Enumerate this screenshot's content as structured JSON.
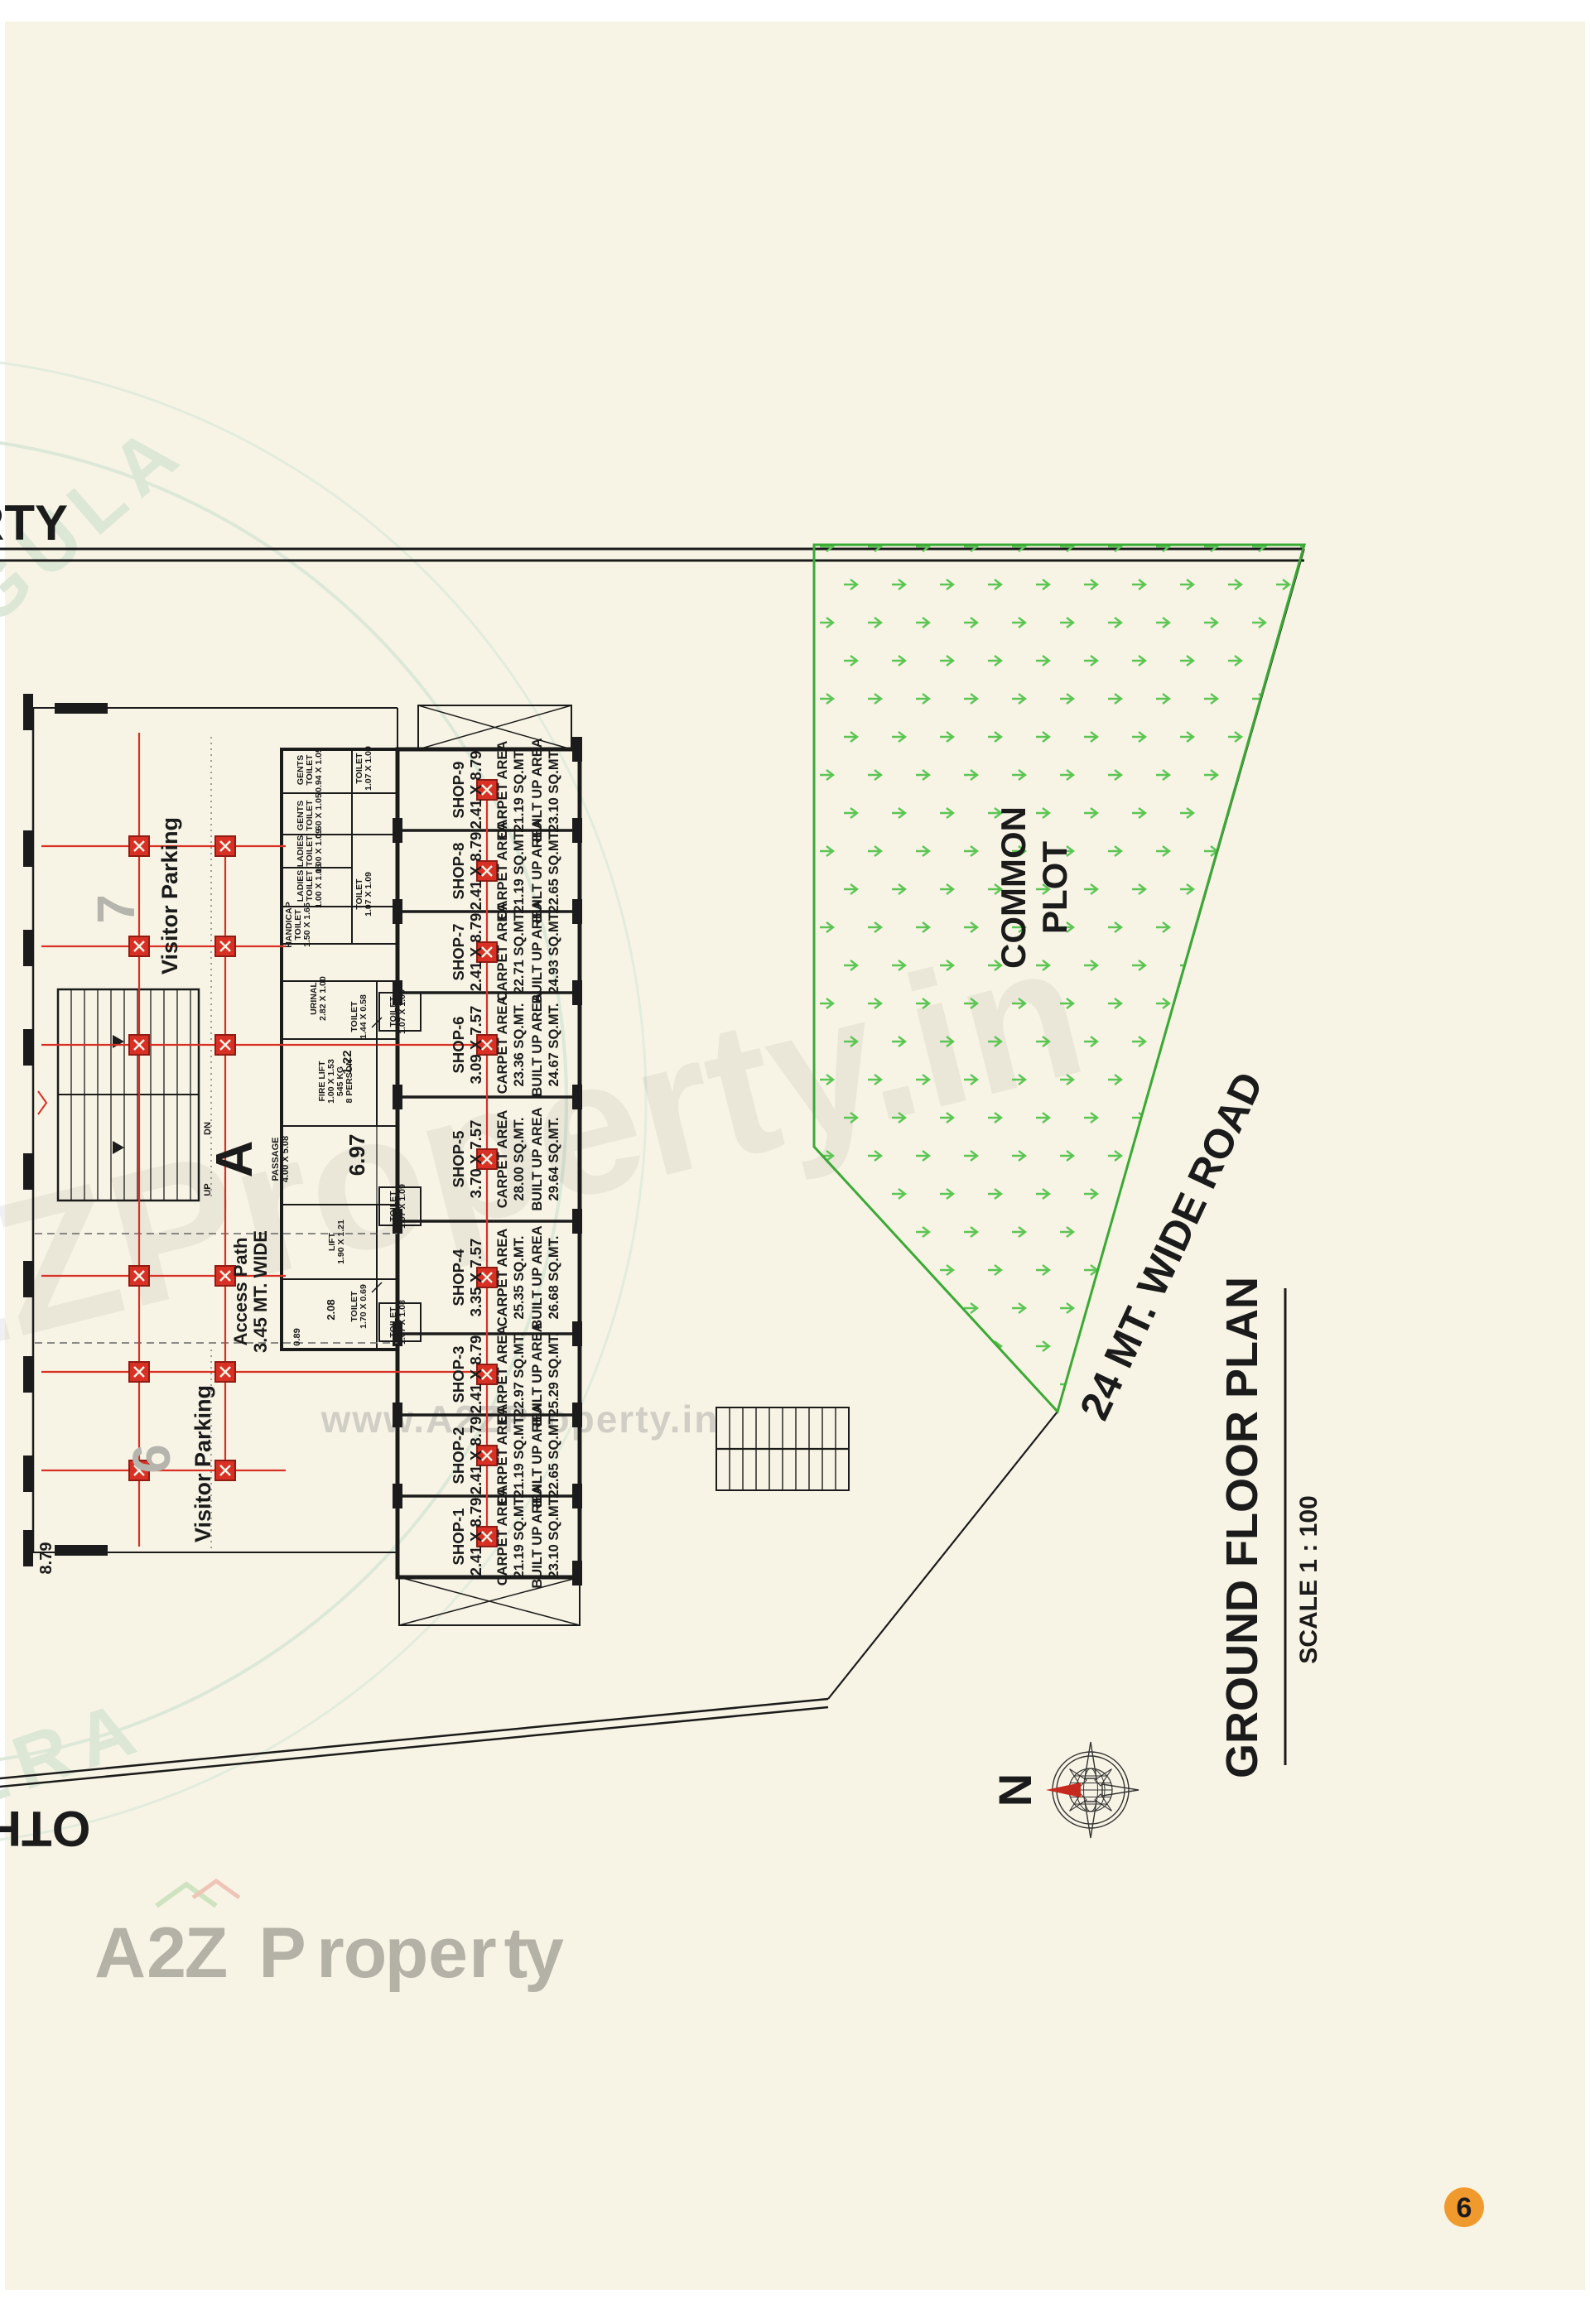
{
  "title": {
    "main": "GROUND FLOOR PLAN",
    "scale": "SCALE 1 : 100",
    "north": "N",
    "page": "6"
  },
  "site": {
    "plot_l1": "COMMON",
    "plot_l2": "PLOT",
    "road": "24 MT. WIDE ROAD",
    "prop_top": "ERTY",
    "prop_bottom": "OTH"
  },
  "parking": {
    "p7_num": "7",
    "p6_num": "6",
    "label": "Visitor Parking"
  },
  "access": {
    "l1": "Access Path",
    "l2": "3.45 MT. WIDE"
  },
  "core": {
    "block": "A",
    "passage_l1": "PASSAGE",
    "passage_l2": "4.00 X 5.08",
    "up": "UP",
    "dn": "DN"
  },
  "labels": {
    "carpet_area": "CARPET AREA",
    "built_up_area": "BUILT UP AREA"
  },
  "shops": [
    {
      "name": "SHOP-9",
      "size": "2.41 X 8.79",
      "carpet": "21.19 SQ.MT.",
      "builtup": "23.10 SQ.MT."
    },
    {
      "name": "SHOP-8",
      "size": "2.41 X 8.79",
      "carpet": "21.19 SQ.MT.",
      "builtup": "22.65 SQ.MT."
    },
    {
      "name": "SHOP-7",
      "size": "2.41 X 8.79",
      "carpet": "22.71 SQ.MT.",
      "builtup": "24.93 SQ.MT."
    },
    {
      "name": "SHOP-6",
      "size": "3.09 X 7.57",
      "carpet": "23.36 SQ.MT.",
      "builtup": "24.67 SQ.MT."
    },
    {
      "name": "SHOP-5",
      "size": "3.70 X 7.57",
      "carpet": "28.00 SQ.MT.",
      "builtup": "29.64 SQ.MT."
    },
    {
      "name": "SHOP-4",
      "size": "3.35 X 7.57",
      "carpet": "25.35 SQ.MT.",
      "builtup": "26.68 SQ.MT."
    },
    {
      "name": "SHOP-3",
      "size": "2.41 X 8.79",
      "carpet": "22.97 SQ.MT.",
      "builtup": "25.29 SQ.MT."
    },
    {
      "name": "SHOP-2",
      "size": "2.41 X 8.79",
      "carpet": "21.19 SQ.MT.",
      "builtup": "22.65 SQ.MT."
    },
    {
      "name": "SHOP-1",
      "size": "2.41 X 8.79",
      "carpet": "21.19 SQ.MT.",
      "builtup": "23.10 SQ.MT."
    }
  ],
  "rooms": [
    {
      "l1": "GENTS",
      "l2": "TOILET",
      "size": "0.94 X 1.05"
    },
    {
      "l1": "TOILET",
      "l2": "",
      "size": "1.07 X 1.09"
    },
    {
      "l1": "GENTS",
      "l2": "TOILET",
      "size": "1.60 X 1.05"
    },
    {
      "l1": "LADIES",
      "l2": "TOILET",
      "size": "1.00 X 1.09"
    },
    {
      "l1": "LADIES",
      "l2": "TOILET",
      "size": "1.00 X 1.05"
    },
    {
      "l1": "TOILET",
      "l2": "",
      "size": "1.07 X 1.09"
    },
    {
      "l1": "HANDICAP",
      "l2": "TOILET",
      "size": "1.50 X 1.65"
    },
    {
      "l1": "URINAL",
      "l2": "",
      "size": "2.82 X 1.00"
    },
    {
      "l1": "TOILET",
      "l2": "",
      "size": "1.44 X 0.58"
    },
    {
      "l1": "FIRE LIFT",
      "l2": "1.00 X 1.53",
      "size": "545 KG",
      "l4": "8 PERSON"
    },
    {
      "l1": "TOILET",
      "l2": "",
      "size": "1.07 X 1.09"
    },
    {
      "l1": "LIFT",
      "l2": "",
      "size": "1.90 X 1.21"
    },
    {
      "l1": "TOILET",
      "l2": "",
      "size": "1.07 X 1.09"
    },
    {
      "l1": "TOILET",
      "l2": "",
      "size": "1.70 X 0.69"
    },
    {
      "l1": "TOILET",
      "l2": "",
      "size": "1.07 X 1.08"
    }
  ],
  "dims": {
    "height": "6.97",
    "lift_w": "1.22",
    "d_208": "2.08",
    "d_089": "0.89",
    "d_879": "8.79"
  },
  "watermarks": {
    "url": "www.A2ZProperty.in",
    "rera_arc_top": "REGULA",
    "rera_arc_bottom": "RERA"
  },
  "logo": [
    {
      "ch": "A",
      "c": "#e05a52"
    },
    {
      "ch": "2",
      "c": "#6fbf6a"
    },
    {
      "ch": "Z",
      "c": "#e05a52"
    },
    {
      "ch": "P",
      "c": "#7b9fe0"
    },
    {
      "ch": "r",
      "c": "#eda95f"
    },
    {
      "ch": "o",
      "c": "#e6c84f"
    },
    {
      "ch": "p",
      "c": "#7b9fe0"
    },
    {
      "ch": "e",
      "c": "#6fbf6a"
    },
    {
      "ch": "r",
      "c": "#e0705a"
    },
    {
      "ch": "t",
      "c": "#e6c84f"
    },
    {
      "ch": "y",
      "c": "#6fbf6a"
    }
  ],
  "colors": {
    "red": "#d93025",
    "green": "#3aaa35",
    "grass": "#5bc653",
    "orange": "#f09a2d",
    "sheet": "#f8f4e5"
  }
}
